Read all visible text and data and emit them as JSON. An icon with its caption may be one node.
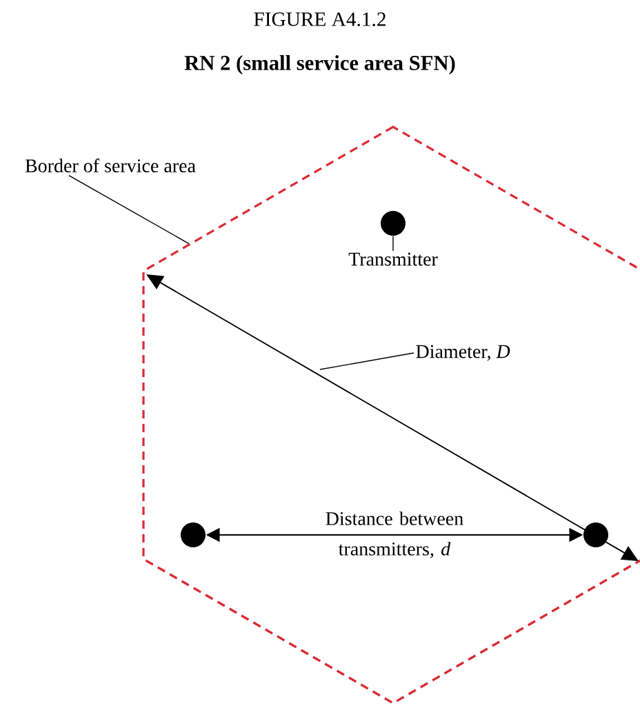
{
  "diagram": {
    "title": "FIGURE A4.1.2",
    "nodes": [
      {
        "text": [
          "Border of service area"
        ]
      },
      {
        "text": [],
        "shape": "hexagon"
      },
      {
        "text": [],
        "shape": "circle",
        "in": 1
      },
      {
        "text": [
          "Transmitter"
        ],
        "in": 1
      },
      {
        "text": [],
        "shape": "circle",
        "in": 1
      },
      {
        "text": [],
        "shape": "circle",
        "in": 1
      },
      {
        "text": [
          "Diameter, *D*"
        ],
        "in": 1
      }
    ],
    "edges": [
      {
        "from": 0,
        "to": 1,
        "arrow": "none"
      },
      {
        "from": 3,
        "to": 2,
        "arrow": "none"
      },
      {
        "from": 4,
        "to": 5,
        "arrow": "both",
        "label": "Distance between transmitters, *d*"
      },
      {
        "from": 6,
        "to": null,
        "arrow": "none"
      }
    ],
    "labels": [
      "RN 2 (small service area SFN)"
    ]
  }
}
